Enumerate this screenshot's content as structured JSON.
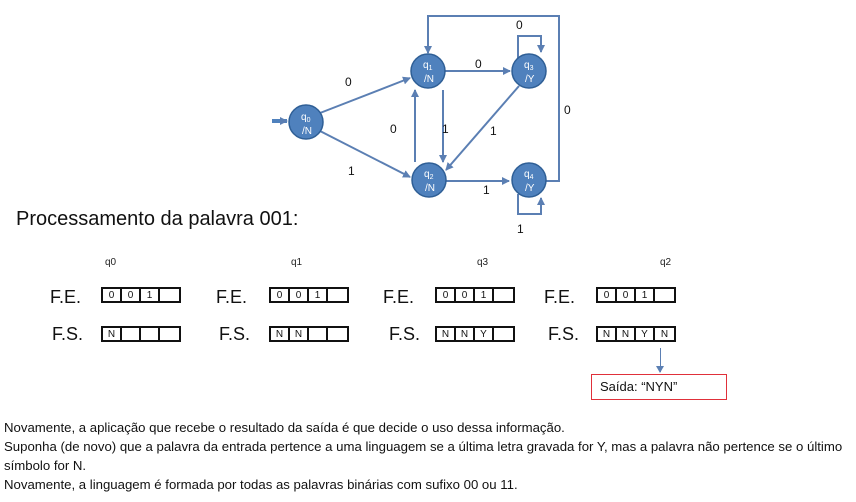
{
  "diagram": {
    "states": [
      {
        "id": "q0",
        "main": "q",
        "sub": "0",
        "out": "/N"
      },
      {
        "id": "q1",
        "main": "q",
        "sub": "1",
        "out": "/N"
      },
      {
        "id": "q2",
        "main": "q",
        "sub": "2",
        "out": "/N"
      },
      {
        "id": "q3",
        "main": "q",
        "sub": "3",
        "out": "/Y"
      },
      {
        "id": "q4",
        "main": "q",
        "sub": "4",
        "out": "/Y"
      }
    ],
    "edges": [
      {
        "from": "q0",
        "to": "q1",
        "label": "0"
      },
      {
        "from": "q0",
        "to": "q2",
        "label": "1"
      },
      {
        "from": "q1",
        "to": "q3",
        "label": "0"
      },
      {
        "from": "q1",
        "to": "q2",
        "label": "1"
      },
      {
        "from": "q2",
        "to": "q1",
        "label": "0"
      },
      {
        "from": "q2",
        "to": "q4",
        "label": "1"
      },
      {
        "from": "q3",
        "to": "q3",
        "label": "0"
      },
      {
        "from": "q3",
        "to": "q2",
        "label": "1"
      },
      {
        "from": "q4",
        "to": "q1",
        "label": "0"
      },
      {
        "from": "q4",
        "to": "q4",
        "label": "1"
      }
    ]
  },
  "title": "Processamento da palavra 001:",
  "steps": [
    {
      "state": "q0",
      "fe_label": "F.E.",
      "fs_label": "F.S.",
      "input": [
        "0",
        "0",
        "1",
        ""
      ],
      "output": [
        "N",
        "",
        "",
        ""
      ]
    },
    {
      "state": "q1",
      "fe_label": "F.E.",
      "fs_label": "F.S.",
      "input": [
        "0",
        "0",
        "1",
        ""
      ],
      "output": [
        "N",
        "N",
        "",
        ""
      ]
    },
    {
      "state": "q3",
      "fe_label": "F.E.",
      "fs_label": "F.S.",
      "input": [
        "0",
        "0",
        "1",
        ""
      ],
      "output": [
        "N",
        "N",
        "Y",
        ""
      ]
    },
    {
      "state": "q2",
      "fe_label": "F.E.",
      "fs_label": "F.S.",
      "input": [
        "0",
        "0",
        "1",
        ""
      ],
      "output": [
        "N",
        "N",
        "Y",
        "N"
      ]
    }
  ],
  "output_box": "Saída:  “NYN”",
  "paragraph": [
    "Novamente, a aplicação que recebe o resultado da saída é que decide o uso dessa informação.",
    "Suponha (de novo) que a palavra da entrada pertence a uma linguagem se a última letra   gravada for Y, mas a palavra não pertence se o último símbolo for N.",
    "Novamente, a linguagem é formada por todas as palavras binárias com sufixo 00 ou 11."
  ]
}
